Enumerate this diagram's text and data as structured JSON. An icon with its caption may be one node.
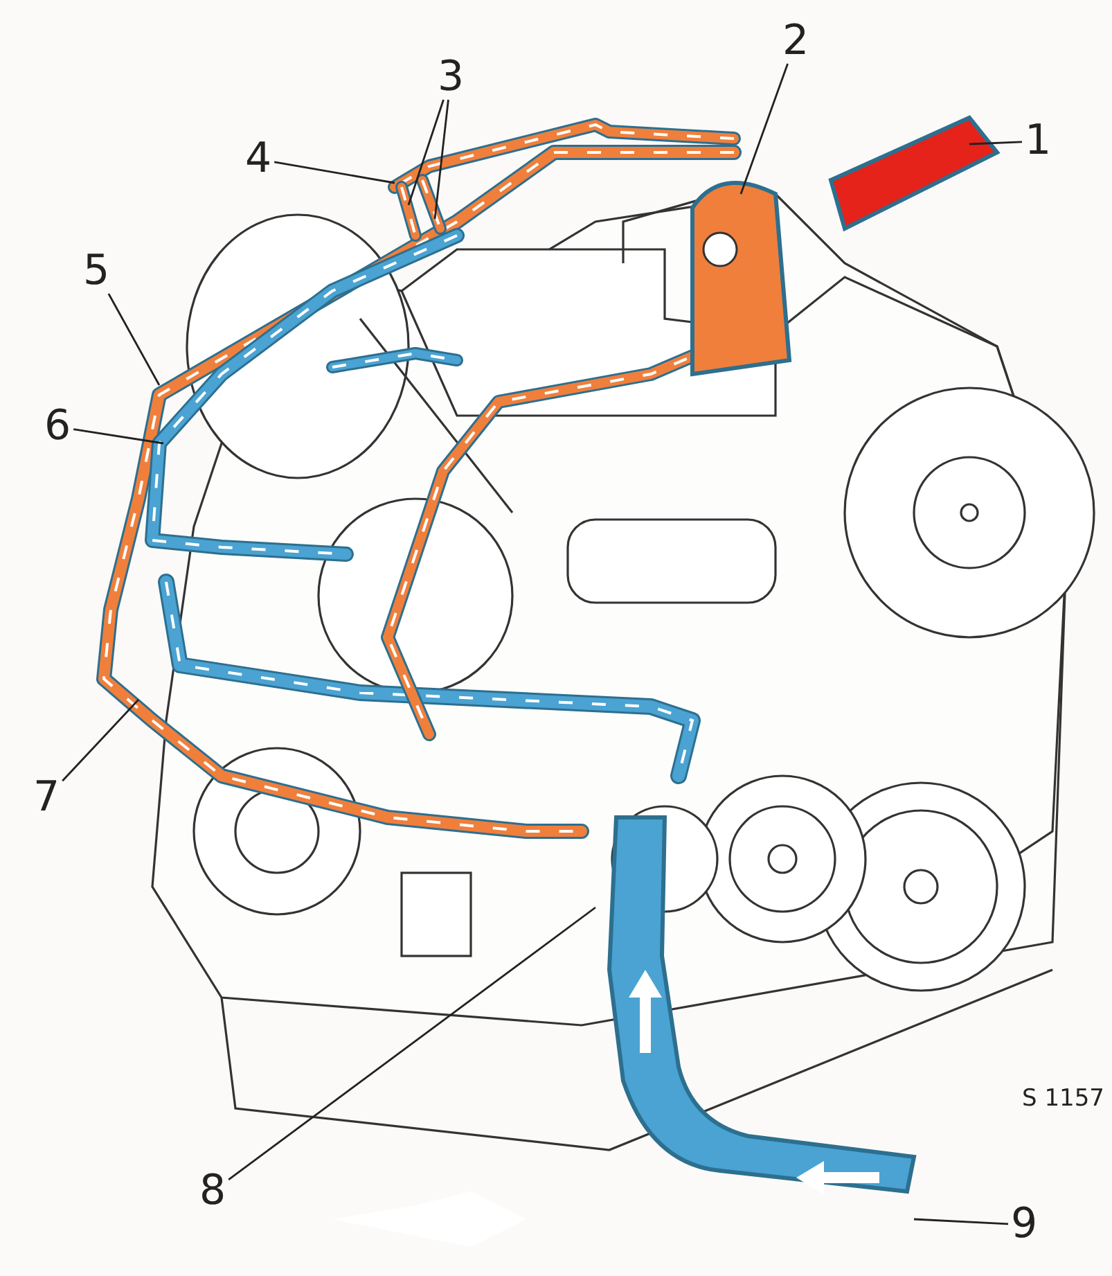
{
  "diagram": {
    "nodes": [
      {
        "text": [
          "1"
        ]
      },
      {
        "text": [
          "2"
        ]
      },
      {
        "text": [
          "3"
        ]
      },
      {
        "text": [
          "4"
        ]
      },
      {
        "text": [
          "5"
        ]
      },
      {
        "text": [
          "6"
        ]
      },
      {
        "text": [
          "7"
        ]
      },
      {
        "text": [
          "8"
        ]
      },
      {
        "text": [
          "9"
        ]
      }
    ],
    "edges": [
      {
        "from": 0,
        "to": null,
        "arrow": "none"
      },
      {
        "from": 1,
        "to": null,
        "arrow": "none"
      },
      {
        "from": 2,
        "to": null,
        "arrow": "none"
      },
      {
        "from": 2,
        "to": null,
        "arrow": "none"
      },
      {
        "from": 3,
        "to": null,
        "arrow": "none"
      },
      {
        "from": 4,
        "to": null,
        "arrow": "none"
      },
      {
        "from": 5,
        "to": null,
        "arrow": "none"
      },
      {
        "from": 6,
        "to": null,
        "arrow": "none"
      },
      {
        "from": 7,
        "to": null,
        "arrow": "none"
      },
      {
        "from": 8,
        "to": null,
        "arrow": "none"
      }
    ],
    "labels": [
      "S 1157"
    ]
  }
}
